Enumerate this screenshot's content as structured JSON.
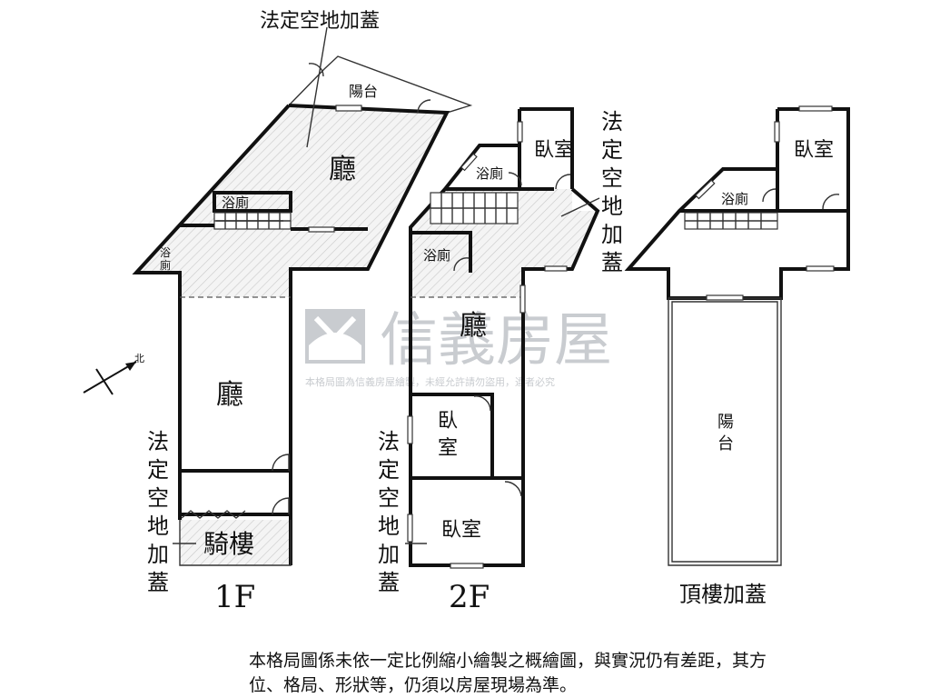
{
  "watermark": {
    "brand": "信義房屋",
    "notice": "本格局圖為信義房屋繪製，未經允許請勿盜用，違者必究"
  },
  "floors": {
    "f1": {
      "caption": "1F",
      "rooms": {
        "balcony": "陽台",
        "hall_upper": "廳",
        "bath_upper": "浴廁",
        "bath_left": "浴\n廁",
        "hall_lower": "廳",
        "arcade": "騎樓"
      },
      "annot_top": "法定空地加蓋",
      "annot_side": "法\n定\n空\n地\n加\n蓋",
      "north": "北"
    },
    "f2": {
      "caption": "2F",
      "rooms": {
        "bedroom_top": "臥室",
        "bath_top": "浴廁",
        "bath_mid": "浴廁",
        "hall": "廳",
        "bedroom_mid": "臥\n室",
        "bedroom_bottom": "臥室"
      },
      "annot_right": "法\n定\n空\n地\n加\n蓋",
      "annot_left": "法\n定\n空\n地\n加\n蓋"
    },
    "roof": {
      "caption": "頂樓加蓋",
      "rooms": {
        "bedroom": "臥室",
        "bath": "浴廁",
        "balcony": "陽\n台"
      }
    }
  },
  "disclaimer": "本格局圖係未依一定比例縮小繪製之概繪圖，與實況仍有差距，其方位、格局、形狀等，仍須以房屋現場為準。"
}
